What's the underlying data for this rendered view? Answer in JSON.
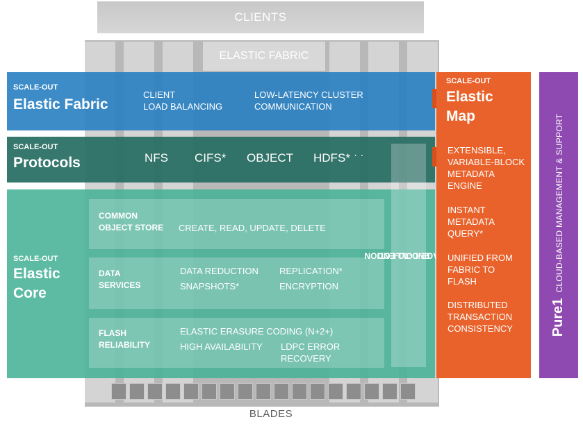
{
  "top": {
    "clients": "CLIENTS",
    "elastic_fabric": "ELASTIC FABRIC"
  },
  "layers": {
    "fabric": {
      "tag": "SCALE-OUT",
      "title": "Elastic Fabric",
      "item1_l1": "CLIENT",
      "item1_l2": "LOAD BALANCING",
      "item2_l1": "LOW-LATENCY CLUSTER",
      "item2_l2": "COMMUNICATION"
    },
    "protocols": {
      "tag": "SCALE-OUT",
      "title": "Protocols",
      "items": [
        "NFS",
        "CIFS*",
        "OBJECT",
        "HDFS*"
      ],
      "ellipsis": "· · ·"
    },
    "core": {
      "tag": "SCALE-OUT",
      "title_l1": "Elastic",
      "title_l2": "Core",
      "panels": [
        {
          "title_l1": "COMMON",
          "title_l2": "OBJECT STORE",
          "text": "CREATE, READ, UPDATE, DELETE"
        },
        {
          "title_l1": "DATA",
          "title_l2": "SERVICES",
          "a": "DATA REDUCTION",
          "b": "REPLICATION*",
          "c": "SNAPSHOTS*",
          "d": "ENCRYPTION"
        },
        {
          "title_l1": "FLASH",
          "title_l2": "RELIABILITY",
          "a": "ELASTIC ERASURE CODING (N+2+)",
          "b": "HIGH AVAILABILITY",
          "c": "LDPC ERROR RECOVERY"
        }
      ],
      "gc_l1": "END-TO-END",
      "gc_l2": "GARBAGE COLLECTION"
    }
  },
  "map": {
    "tag": "SCALE-OUT",
    "title_l1": "Elastic",
    "title_l2": "Map",
    "f1": [
      "EXTENSIBLE,",
      "VARIABLE-BLOCK",
      "METADATA",
      "ENGINE"
    ],
    "f2": [
      "INSTANT",
      "METADATA",
      "QUERY*"
    ],
    "f3": [
      "UNIFIED FROM",
      "FABRIC TO",
      "FLASH"
    ],
    "f4": [
      "DISTRIBUTED",
      "TRANSACTION",
      "CONSISTENCY"
    ]
  },
  "pure1": {
    "logo": "Pure1",
    "text": "CLOUD-BASED MANAGEMENT & SUPPORT"
  },
  "bottom": {
    "blades": "BLADES"
  },
  "colors": {
    "fabric": "#2880c2",
    "protocols": "#266c62",
    "core": "#48b296",
    "map": "#e9622b",
    "pure1": "#8f4ab1"
  }
}
